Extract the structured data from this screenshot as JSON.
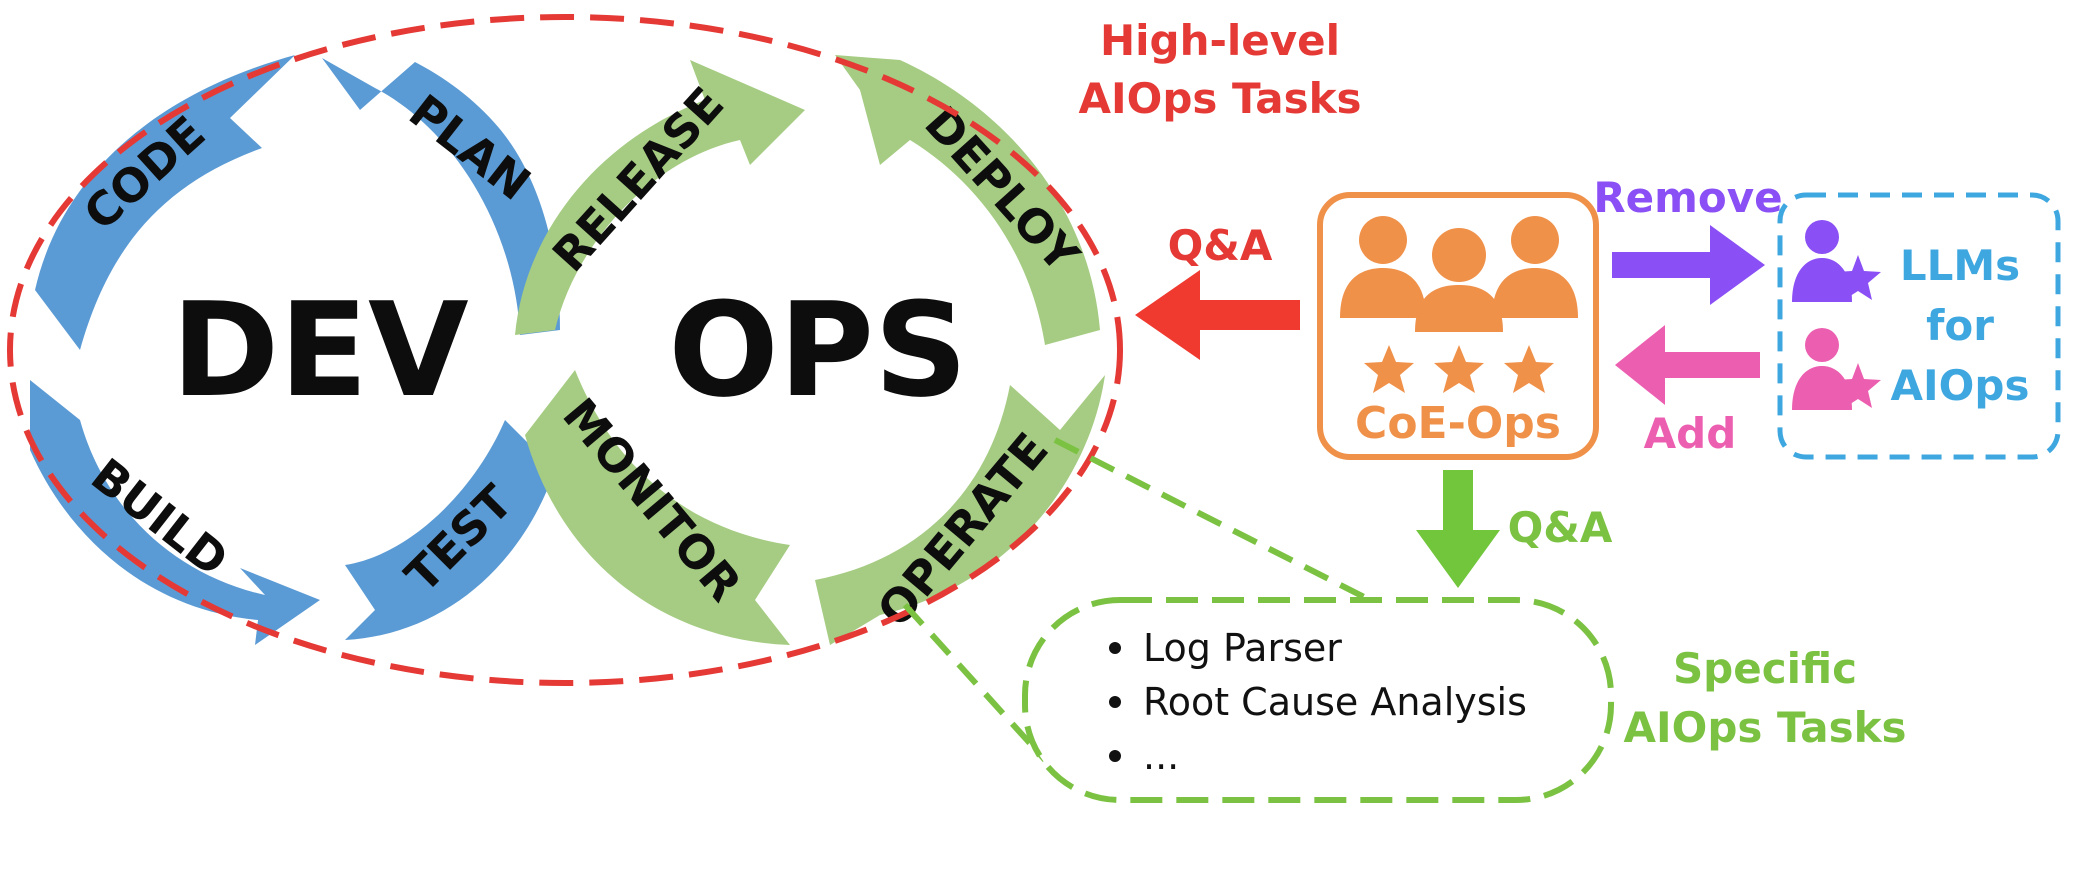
{
  "loop": {
    "dev_label": "DEV",
    "ops_label": "OPS",
    "segments": {
      "code": "CODE",
      "plan": "PLAN",
      "build": "BUILD",
      "test": "TEST",
      "release": "RELEASE",
      "deploy": "DEPLOY",
      "monitor": "MONITOR",
      "operate": "OPERATE"
    }
  },
  "high_level": {
    "line1": "High-level",
    "line2": "AIOps Tasks"
  },
  "qa_left_label": "Q&A",
  "qa_down_label": "Q&A",
  "coe": {
    "label": "CoE-Ops"
  },
  "remove_label": "Remove",
  "add_label": "Add",
  "llms": {
    "line1": "LLMs",
    "line2": "for",
    "line3": "AIOps"
  },
  "specific": {
    "line1": "Specific",
    "line2": "AIOps Tasks",
    "items": [
      "Log Parser",
      "Root Cause Analysis",
      "..."
    ]
  },
  "colors": {
    "dev_blue": "#5b9bd5",
    "ops_green": "#a5cc82",
    "red": "#e53935",
    "green": "#7cc242",
    "orange": "#f0914a",
    "purple": "#8a4ff5",
    "pink": "#ec5fb0",
    "blue": "#3fa7e0"
  }
}
